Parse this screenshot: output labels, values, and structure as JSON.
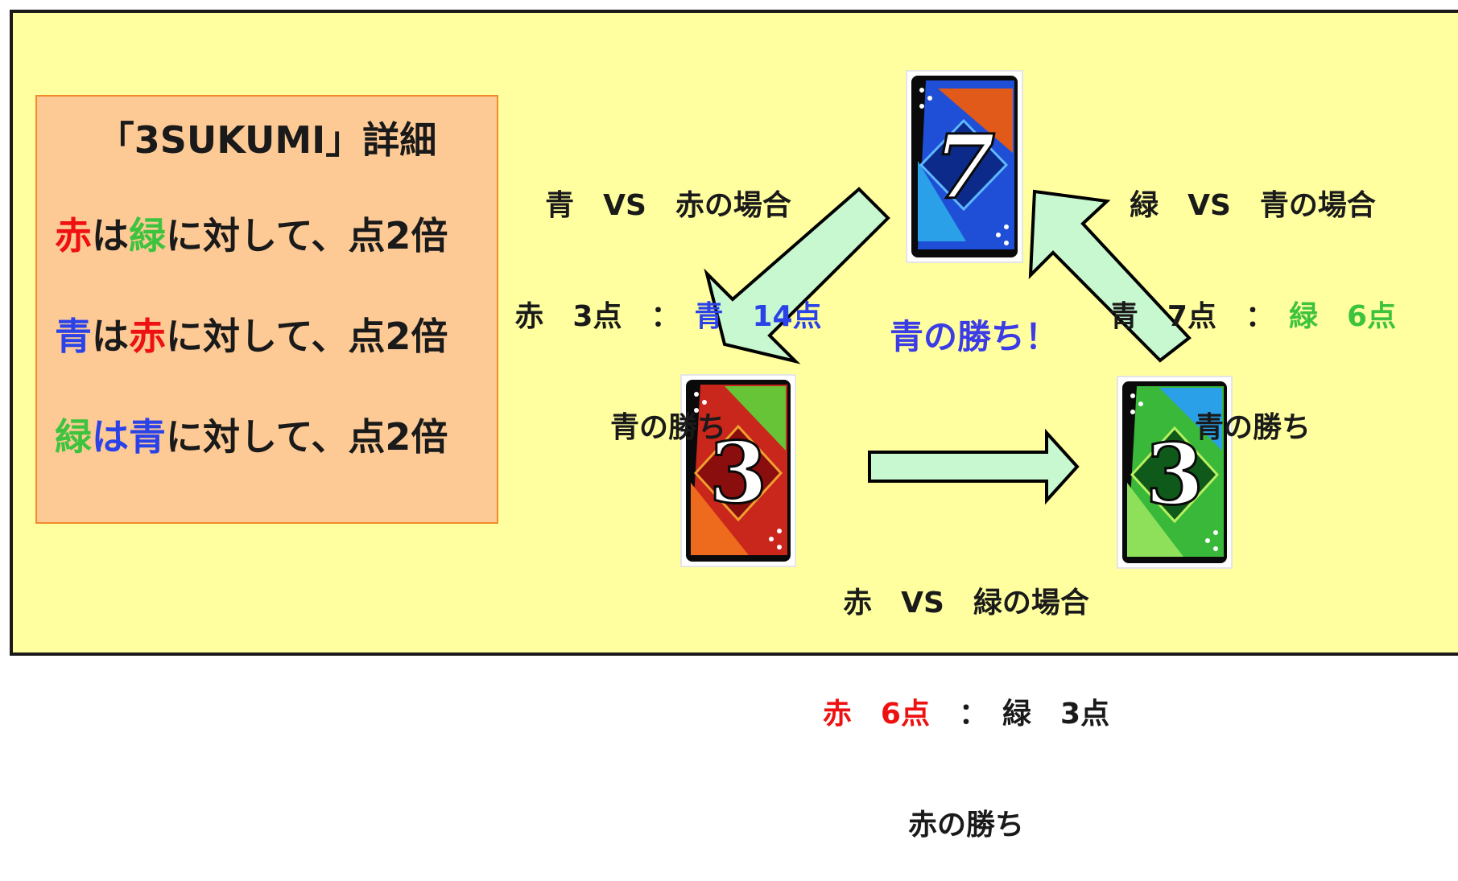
{
  "rules_box": {
    "title": "「3SUKUMI」詳細",
    "rules": [
      {
        "a": "赤",
        "a_color": "#ee1111",
        "b": "は",
        "b_color": "#1a1a1a",
        "c": "緑",
        "c_color": "#3ec33e",
        "suffix": "に対して、点2倍"
      },
      {
        "a": "青",
        "a_color": "#2a42e8",
        "b": "は",
        "b_color": "#1a1a1a",
        "c": "赤",
        "c_color": "#ee1111",
        "suffix": "に対して、点2倍"
      },
      {
        "a": "緑",
        "a_color": "#3ec33e",
        "b": "は",
        "b_color": "#2a42e8",
        "c": "青",
        "c_color": "#2a42e8",
        "suffix": "に対して、点2倍"
      }
    ]
  },
  "matchups": {
    "blue_vs_red": {
      "heading": "青　VS　赤の場合",
      "score_left": "赤　3点",
      "separator": "：",
      "score_right": "青　14点",
      "result": "青の勝ち"
    },
    "green_vs_blue": {
      "heading": "緑　VS　青の場合",
      "score_left": "青　7点",
      "separator": "：",
      "score_right": "緑　6点",
      "result": "青の勝ち"
    },
    "red_vs_green": {
      "heading": "赤　VS　緑の場合",
      "score_left": "赤　6点",
      "separator": "：",
      "score_right": "緑　3点",
      "result": "赤の勝ち"
    }
  },
  "overall_result": "青の勝ち！",
  "cards": {
    "blue": {
      "number": "7",
      "color": "#1f4fd6",
      "suit": "blue-card-icon"
    },
    "red": {
      "number": "3",
      "color": "#d42a1e",
      "suit": "red-card-icon"
    },
    "green": {
      "number": "3",
      "color": "#3ab83a",
      "suit": "green-card-icon"
    }
  },
  "colors": {
    "background": "#ffff9f",
    "panel": "#fdca96",
    "arrow_fill": "#c8f8d0",
    "red": "#ee1111",
    "blue": "#2a42e8",
    "green": "#3ec33e"
  }
}
